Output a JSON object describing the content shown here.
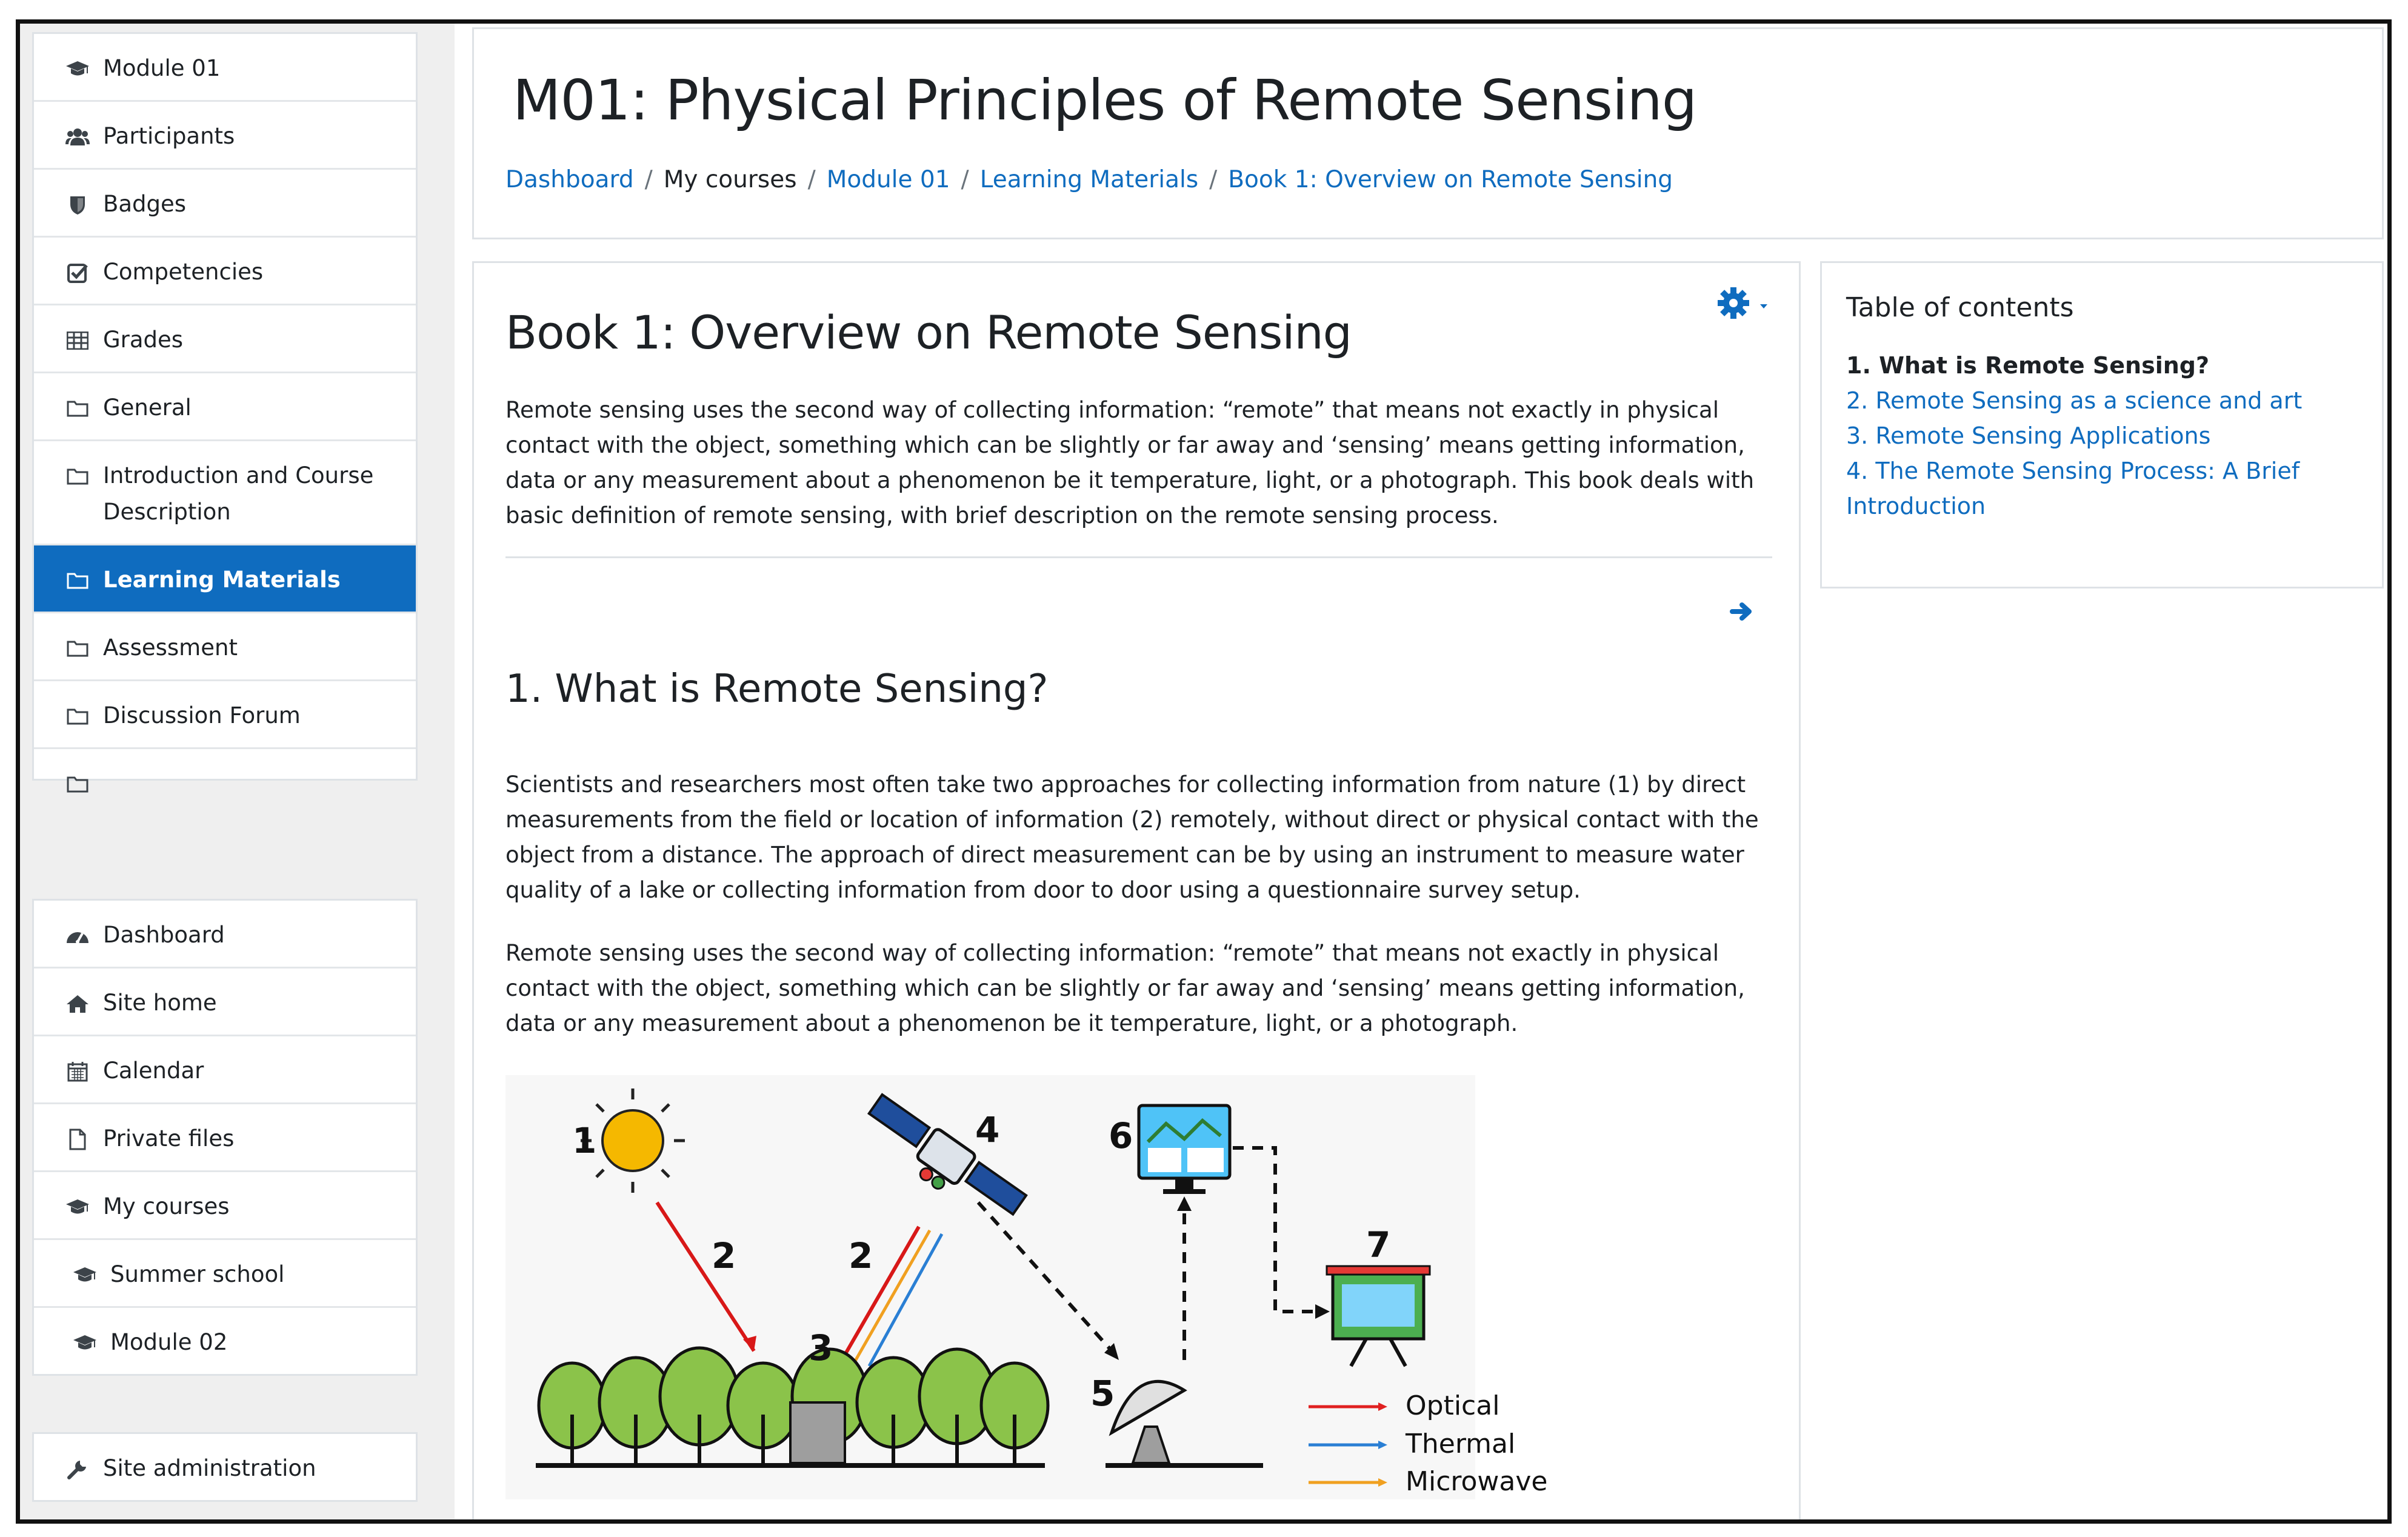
{
  "sidebar": {
    "course_items": [
      {
        "label": "Module 01",
        "icon": "graduation-cap-icon"
      },
      {
        "label": "Participants",
        "icon": "users-icon"
      },
      {
        "label": "Badges",
        "icon": "shield-icon"
      },
      {
        "label": "Competencies",
        "icon": "check-square-icon"
      },
      {
        "label": "Grades",
        "icon": "table-icon"
      },
      {
        "label": "General",
        "icon": "folder-icon"
      },
      {
        "label": "Introduction and Course Description",
        "icon": "folder-icon"
      },
      {
        "label": "Learning Materials",
        "icon": "folder-icon",
        "active": true
      },
      {
        "label": "Assessment",
        "icon": "folder-icon"
      },
      {
        "label": "Discussion Forum",
        "icon": "folder-icon"
      },
      {
        "label": "",
        "icon": "folder-icon"
      }
    ],
    "site_items": [
      {
        "label": "Dashboard",
        "icon": "tachometer-icon"
      },
      {
        "label": "Site home",
        "icon": "home-icon"
      },
      {
        "label": "Calendar",
        "icon": "calendar-icon"
      },
      {
        "label": "Private files",
        "icon": "file-icon"
      },
      {
        "label": "My courses",
        "icon": "graduation-cap-icon"
      },
      {
        "label": "Summer school",
        "icon": "graduation-cap-icon"
      },
      {
        "label": "Module 02",
        "icon": "graduation-cap-icon"
      }
    ],
    "admin_items": [
      {
        "label": "Site administration",
        "icon": "wrench-icon"
      }
    ]
  },
  "header": {
    "title": "M01: Physical Principles of Remote Sensing",
    "breadcrumb": [
      "Dashboard",
      "My courses",
      "Module 01",
      "Learning Materials",
      "Book 1: Overview on Remote Sensing"
    ]
  },
  "book": {
    "title": "Book 1: Overview on Remote Sensing",
    "intro": "Remote sensing uses the second way of collecting information: “remote” that means not exactly in physical contact with the object, something which can be slightly or far away and ‘sensing’ means getting information, data or any measurement about a phenomenon be it temperature, light, or a photograph. This book deals with basic definition of remote sensing, with brief description on the remote sensing process.",
    "chapter_title": "1. What is Remote Sensing?",
    "para1": "Scientists and researchers most often take two approaches for collecting information from nature (1) by direct measurements from the field or location of information (2) remotely, without direct or physical contact with the object from a distance. The approach of direct measurement can be by using an instrument to measure water quality of a lake or collecting information from door to door using a questionnaire survey setup.",
    "para2": "Remote sensing uses the second way of collecting information: “remote” that means not exactly in physical contact with the object, something which can be slightly or far away and ‘sensing’ means getting information, data or any measurement about a phenomenon be it temperature, light, or a photograph."
  },
  "diagram": {
    "numbers": [
      "1",
      "2",
      "2",
      "3",
      "4",
      "5",
      "6",
      "7"
    ],
    "legend": [
      {
        "label": "Optical",
        "color": "#e02020"
      },
      {
        "label": "Thermal",
        "color": "#2a7fd4"
      },
      {
        "label": "Microwave",
        "color": "#f0a020"
      }
    ]
  },
  "toc": {
    "title": "Table of contents",
    "items": [
      {
        "label": "1. What is Remote Sensing?",
        "current": true
      },
      {
        "label": "2. Remote Sensing as a science and art"
      },
      {
        "label": "3. Remote Sensing Applications"
      },
      {
        "label": "4. The Remote Sensing Process: A Brief Introduction"
      }
    ]
  },
  "colors": {
    "accent": "#0f6cbf",
    "text": "#1d2125"
  }
}
